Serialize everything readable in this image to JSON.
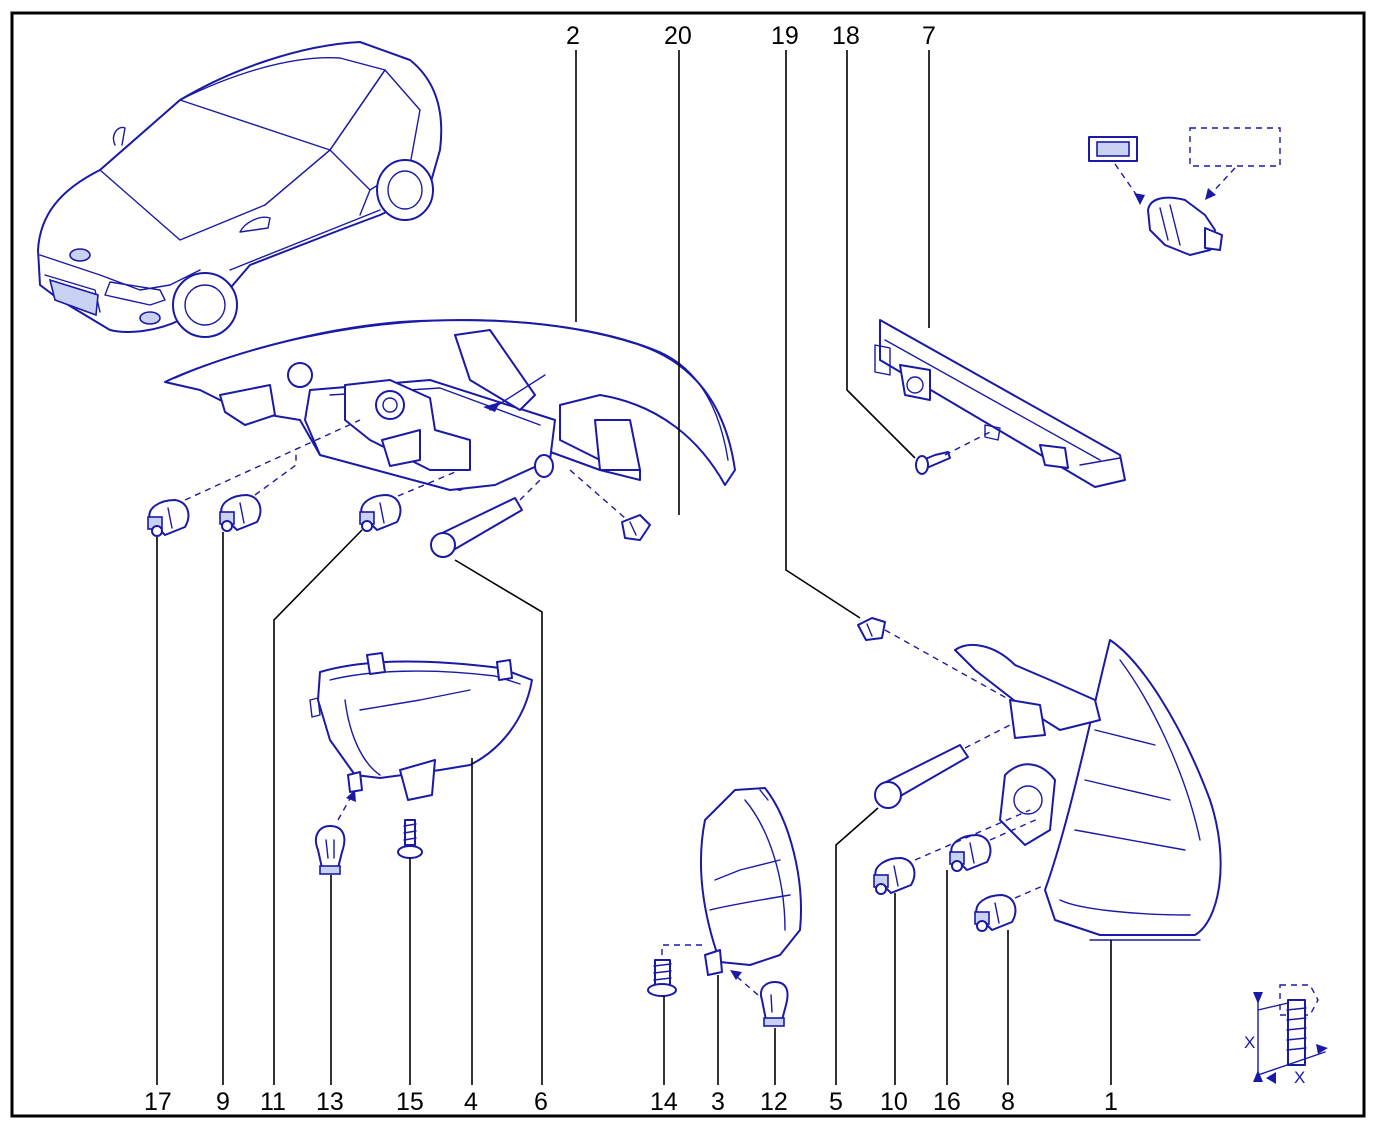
{
  "diagram": {
    "callouts": {
      "top": [
        "2",
        "20",
        "19",
        "18",
        "7"
      ],
      "bottom": [
        "17",
        "9",
        "11",
        "13",
        "15",
        "4",
        "6",
        "14",
        "3",
        "12",
        "5",
        "10",
        "16",
        "8",
        "1"
      ]
    },
    "dimension_label": "X"
  },
  "colors": {
    "line": "#1a1aa6",
    "shade": "#c9d2f2",
    "text": "#000000"
  }
}
